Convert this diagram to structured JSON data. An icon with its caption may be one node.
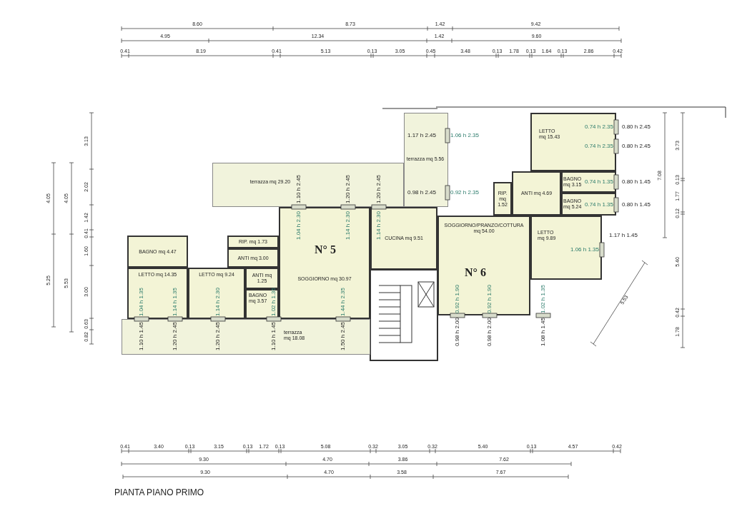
{
  "diagram": {
    "caption": "PIANTA PIANO PRIMO",
    "nodes": [
      {
        "text": [
          "terrazza mq 29.20"
        ]
      },
      {
        "text": [
          "terrazza mq 5.56"
        ]
      },
      {
        "text": [
          "BAGNO mq 4.47"
        ]
      },
      {
        "text": [
          "RIP. mq 1.73"
        ]
      },
      {
        "text": [
          "ANTI mq 3.00"
        ]
      },
      {
        "text": [
          "LETTO mq 14.35"
        ]
      },
      {
        "text": [
          "LETTO mq 9.24"
        ]
      },
      {
        "text": [
          "ANTI mq 1.25"
        ]
      },
      {
        "text": [
          "BAGNO mq 3.57"
        ]
      },
      {
        "text": [
          "SOGGIORNO mq 30.97"
        ]
      },
      {
        "text": [
          "CUCINA mq 9.51"
        ]
      },
      {
        "text": [
          "terrazza mq 18.08"
        ]
      },
      {
        "text": [
          "LETTO mq 15.43"
        ]
      },
      {
        "text": [
          "BAGNO mq 3.15"
        ]
      },
      {
        "text": [
          "RIP. mq 1.52"
        ]
      },
      {
        "text": [
          "ANTI mq 4.69"
        ]
      },
      {
        "text": [
          "BAGNO mq 5.24"
        ]
      },
      {
        "text": [
          "SOGGIORNO/PRANZO/COTTURA mq 54.00"
        ]
      },
      {
        "text": [
          "LETTO mq 9.89"
        ]
      }
    ],
    "labels": [
      "8.60",
      "8.73",
      "1.42",
      "9.42",
      "4.95",
      "12.34",
      "1.42",
      "9.60",
      "0.41",
      "8.19",
      "0.41",
      "5.13",
      "0.13",
      "3.05",
      "0.45",
      "3.48",
      "0.13",
      "1.78",
      "0.13",
      "1.64",
      "0.13",
      "2.86",
      "0.42",
      "4.05",
      "5.25",
      "4.05",
      "5.53",
      "3.13",
      "2.02",
      "1.42",
      "0.41",
      "1.60",
      "3.00",
      "0.63",
      "0.82",
      "1.10 h 2.45",
      "1.20 h 2.45",
      "1.20 h 2.45",
      "1.04 h 2.30",
      "1.14 h 2.30",
      "1.14 h 2.30",
      "1.17 h 2.45",
      "1.06 h 2.35",
      "0.98 h 2.45",
      "0.92 h 2.35",
      "0.74 h 2.35",
      "0.80 h 2.45",
      "0.74 h 2.35",
      "0.80 h 2.45",
      "0.74 h 1.35",
      "0.80 h 1.45",
      "0.74 h 1.35",
      "0.80 h 1.45",
      "N° 5",
      "N° 6",
      "1.06 h 1.35",
      "1.17 h 1.45",
      "1.04 h 1.35",
      "1.14 h 1.35",
      "1.14 h 2.30",
      "1.02 h 1.35",
      "1.44 h 2.35",
      "0.92 h 1.90",
      "0.92 h 1.90",
      "1.02 h 1.35",
      "1.10 h 1.45",
      "1.20 h 2.45",
      "1.20 h 2.45",
      "1.10 h 1.45",
      "1.50 h 2.45",
      "0.98 h 2.00",
      "0.98 h 2.00",
      "1.08 h 1.45",
      "3.73",
      "0.13",
      "1.77",
      "0.12",
      "5.40",
      "0.42",
      "1.78",
      "7.08",
      "5.53",
      "0.41",
      "3.40",
      "0.13",
      "3.15",
      "0.13",
      "1.72",
      "0.13",
      "5.08",
      "0.32",
      "3.05",
      "0.32",
      "5.40",
      "0.13",
      "4.57",
      "0.42",
      "9.30",
      "4.70",
      "3.86",
      "7.62",
      "9.30",
      "4.70",
      "3.58",
      "7.67"
    ]
  }
}
